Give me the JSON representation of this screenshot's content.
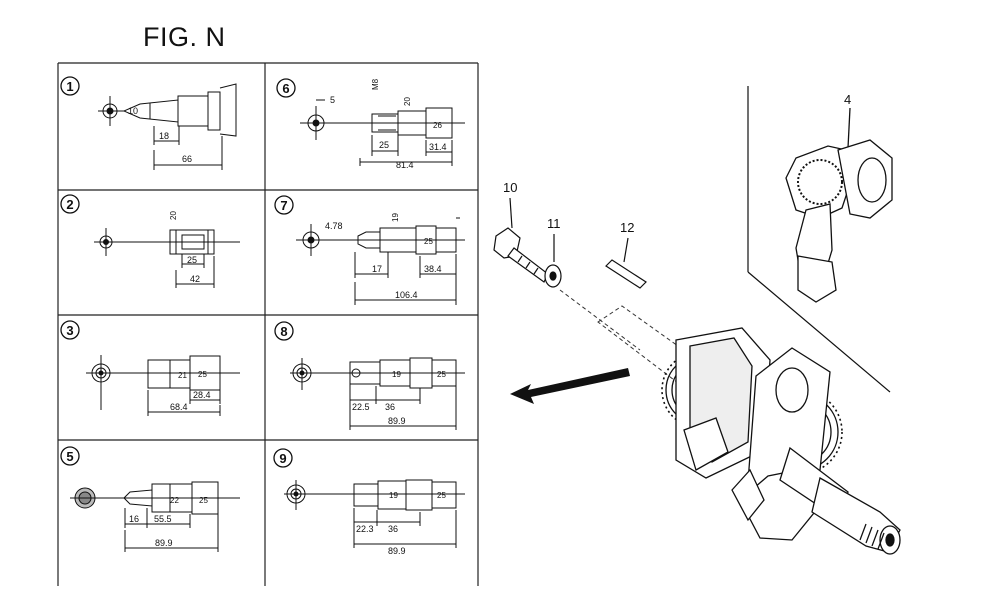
{
  "figure": {
    "title": "FIG. N"
  },
  "variants": [
    {
      "number": "1",
      "dims": [
        "10",
        "18",
        "66"
      ]
    },
    {
      "number": "2",
      "dims": [
        "20",
        "25",
        "42"
      ]
    },
    {
      "number": "3",
      "dims": [
        "21",
        "25",
        "28.4",
        "68.4"
      ]
    },
    {
      "number": "5",
      "dims": [
        "22",
        "25",
        "16",
        "55.5",
        "89.9"
      ]
    },
    {
      "number": "6",
      "dims": [
        "5",
        "M8",
        "20",
        "26",
        "25",
        "31.4",
        "81.4"
      ]
    },
    {
      "number": "7",
      "dims": [
        "4.78",
        "19",
        "25",
        "17",
        "38.4",
        "106.4"
      ]
    },
    {
      "number": "8",
      "dims": [
        "19",
        "25",
        "22.5",
        "36",
        "89.9"
      ]
    },
    {
      "number": "9",
      "dims": [
        "19",
        "25",
        "22.3",
        "36",
        "89.9"
      ]
    }
  ],
  "callouts": [
    {
      "label": "10",
      "part": "bolt"
    },
    {
      "label": "11",
      "part": "washer"
    },
    {
      "label": "12",
      "part": "key"
    },
    {
      "label": "4",
      "part": "governor-gear-assembly"
    }
  ]
}
